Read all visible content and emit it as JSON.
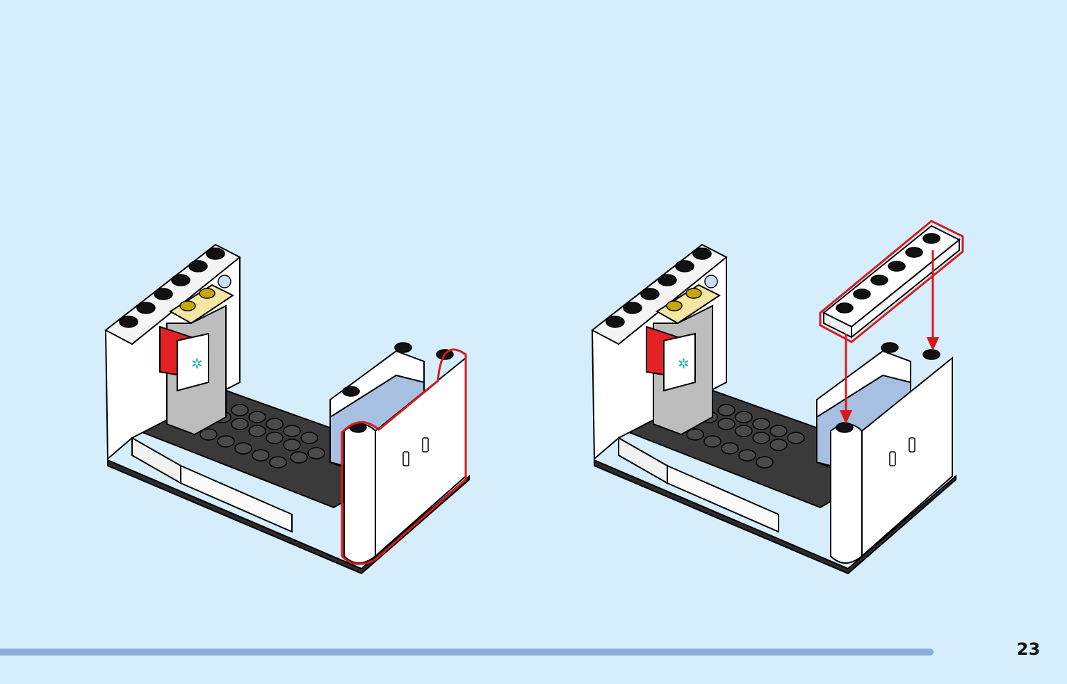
{
  "page": {
    "number": "23",
    "progress": 0.935
  },
  "colors": {
    "background": "#d6edfc",
    "progress": "#8aaedc",
    "callout": "#d8191c",
    "brick_white": "#ffffff",
    "brick_yellow": "#f3e7a3",
    "baseplate": "#2c2c2c",
    "glass": "#a7bfe0",
    "door_red": "#e32323",
    "grey": "#bdbdbd"
  },
  "illustrations": [
    {
      "name": "assembled-subassembly",
      "highlight": "curved-wall-piece"
    },
    {
      "name": "add-plate-step",
      "highlight": "1x6-plate"
    }
  ]
}
